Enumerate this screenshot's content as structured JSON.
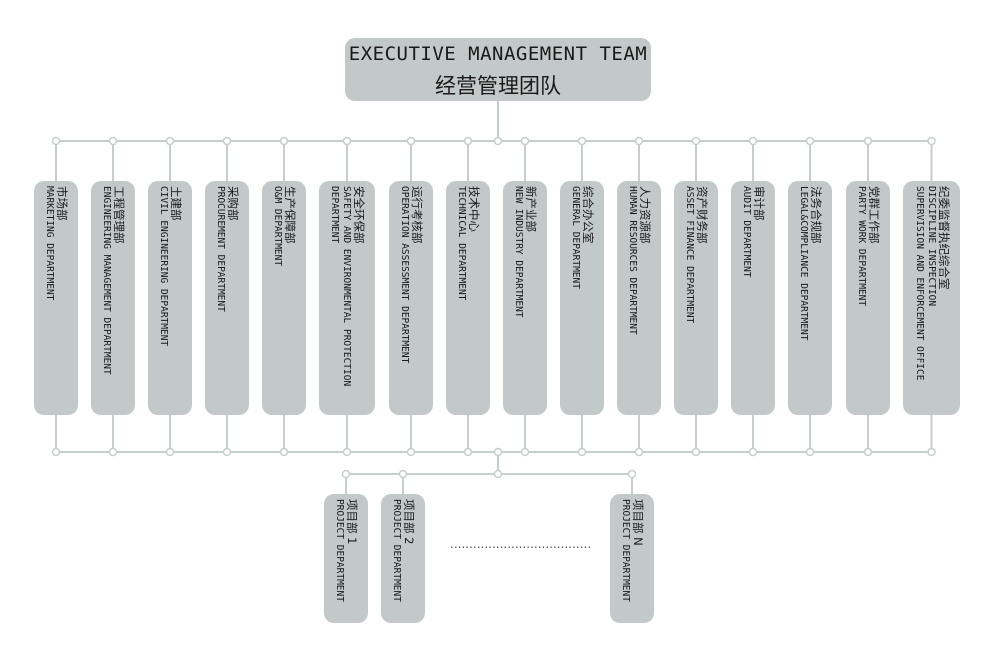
{
  "top": {
    "en": "EXECUTIVE MANAGEMENT TEAM",
    "zh": "经营管理团队"
  },
  "departments": [
    {
      "zh": "市场部",
      "en": [
        "MARKETING DEPARTMENT"
      ]
    },
    {
      "zh": "工程管理部",
      "en": [
        "ENGINEERING MANAGEMENT DEPARTMENT"
      ]
    },
    {
      "zh": "土建部",
      "en": [
        "CIVIL ENGINEERING DEPARTMENT"
      ]
    },
    {
      "zh": "采购部",
      "en": [
        "PROCUREMENT DEPARTMENT"
      ]
    },
    {
      "zh": "生产保障部",
      "en": [
        "O&M DEPARTMENT"
      ]
    },
    {
      "zh": "安全环保部",
      "en": [
        "SAFETY AND ENVIRONMENTAL PROTECTION",
        "DEPARTMENT"
      ]
    },
    {
      "zh": "运行考核部",
      "en": [
        "OPERATION ASSESSMENT DEPARTMENT"
      ]
    },
    {
      "zh": "技术中心",
      "en": [
        "TECHNICAL DEPARTMENT"
      ]
    },
    {
      "zh": "新产业部",
      "en": [
        "NEW INDUSTRY DEPARTMENT"
      ]
    },
    {
      "zh": "综合办公室",
      "en": [
        "GENERAL DEPARTMENT"
      ]
    },
    {
      "zh": "人力资源部",
      "en": [
        "HUMAN RESOURCES DEPARTMENT"
      ]
    },
    {
      "zh": "资产财务部",
      "en": [
        "ASSET FINANCE DEPARTMENT"
      ]
    },
    {
      "zh": "审计部",
      "en": [
        "AUDIT DEPARTMENT"
      ]
    },
    {
      "zh": "法务合规部",
      "en": [
        "LEGAL&COMPLIANCE DEPARTMENT"
      ]
    },
    {
      "zh": "党群工作部",
      "en": [
        "PARTY WORK DEPARTMENT"
      ]
    },
    {
      "zh": "纪委监督执纪综合室",
      "en": [
        "DISCIPLINE INSPECTION",
        "SUPERVISION AND ENFORCEMENT OFFICE"
      ]
    }
  ],
  "projects": [
    {
      "zh": "项目部 1",
      "en": [
        "PROJECT DEPARTMENT"
      ]
    },
    {
      "zh": "项目部 2",
      "en": [
        "PROJECT DEPARTMENT"
      ]
    },
    {
      "zh": "项目部 N",
      "en": [
        "PROJECT DEPARTMENT"
      ]
    }
  ],
  "ellipsis": "............................................",
  "colors": {
    "box": "#c2c9c8",
    "line": "#c8cecd",
    "text": "#1a1a1a"
  }
}
